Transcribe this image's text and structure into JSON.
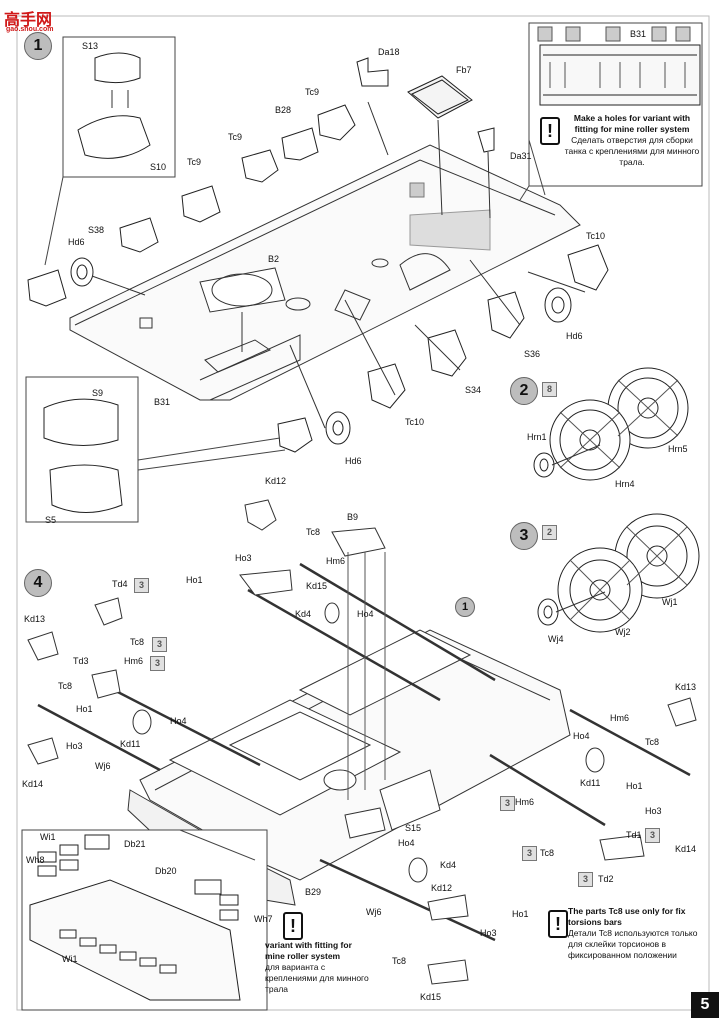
{
  "watermark": {
    "text": "高手网",
    "url": "gao.shou.com"
  },
  "page_number": "5",
  "steps": {
    "s1": "1",
    "s2": "2",
    "s3": "3",
    "s4": "4",
    "ref1": "1"
  },
  "quantities": {
    "q2": "8",
    "q3": "2",
    "td4": "3",
    "tc8": "3",
    "hm6": "3",
    "hm6b": "3",
    "td1": "3",
    "td2": "3",
    "tc8b": "3"
  },
  "notes": {
    "mine_roller_en": "Make a holes for variant with fitting for mine roller system",
    "mine_roller_ru": "Сделать отверстия для сборки танка с креплениями для минного трала.",
    "tc8_en": "The parts Tc8 use only for fix torsions bars",
    "tc8_ru": "Детали Tc8 используются только для склейки торсионов в фиксированном положении",
    "variant_en": "variant with fitting for mine roller system",
    "variant_ru": "для варианта с креплениями для минного трала"
  },
  "labels": {
    "S13": "S13",
    "S10": "S10",
    "Da18": "Da18",
    "Fb7": "Fb7",
    "B31": "B31",
    "B31b": "B31",
    "Tc9a": "Tc9",
    "Tc9b": "Tc9",
    "Tc9c": "Tc9",
    "B28": "B28",
    "Da31": "Da31",
    "S38": "S38",
    "Hd6a": "Hd6",
    "Hd6b": "Hd6",
    "Hd6c": "Hd6",
    "B2": "B2",
    "Tc10a": "Tc10",
    "Tc10b": "Tc10",
    "S36": "S36",
    "S34": "S34",
    "S9": "S9",
    "S5": "S5",
    "Hrn1": "Hrn1",
    "Hrn4": "Hrn4",
    "Hrn5": "Hrn5",
    "Wj1": "Wj1",
    "Wj2": "Wj2",
    "Wj4": "Wj4",
    "Kd12a": "Kd12",
    "Tc8a": "Tc8",
    "B9": "B9",
    "Hm6a": "Hm6",
    "Ho3a": "Ho3",
    "Ho1a": "Ho1",
    "Kd15a": "Kd15",
    "Kd4a": "Kd4",
    "Ho4a": "Ho4",
    "Td4": "Td4",
    "Kd13a": "Kd13",
    "Tc8b": "Tc8",
    "Td3": "Td3",
    "Hm6b": "Hm6",
    "Tc8c": "Tc8",
    "Ho1b": "Ho1",
    "Ho4b": "Ho4",
    "Ho3b": "Ho3",
    "Kd11a": "Kd11",
    "Wj6a": "Wj6",
    "Kd14a": "Kd14",
    "Kd13b": "Kd13",
    "Hm6c": "Hm6",
    "Tc8d": "Tc8",
    "Ho4c": "Ho4",
    "Kd11b": "Kd11",
    "Ho1c": "Ho1",
    "Hm6d": "Hm6",
    "Ho3c": "Ho3",
    "Td1": "Td1",
    "Kd14b": "Kd14",
    "S15": "S15",
    "Ho4d": "Ho4",
    "Kd4b": "Kd4",
    "Tc8e": "Tc8",
    "Td2": "Td2",
    "Kd12b": "Kd12",
    "Ho1d": "Ho1",
    "Ho3d": "Ho3",
    "Tc8f": "Tc8",
    "Kd15b": "Kd15",
    "Wj6b": "Wj6",
    "B29": "B29",
    "Wi1a": "Wi1",
    "Db21": "Db21",
    "Wh8": "Wh8",
    "Db20": "Db20",
    "Wh7": "Wh7",
    "Wi1b": "Wi1"
  }
}
